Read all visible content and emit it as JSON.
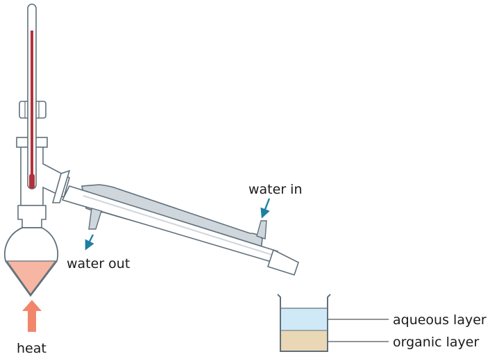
{
  "labels": {
    "water_in": "water in",
    "water_out": "water out",
    "heat": "heat",
    "aqueous_layer": "aqueous layer",
    "organic_layer": "organic layer"
  },
  "colors": {
    "glass_outline": "#5f6f7a",
    "glass_fill": "#ffffff",
    "glass_shade": "#cfd6dc",
    "mercury": "#b3323a",
    "flask_liquid": "#f7b5a3",
    "heat_arrow": "#f2866b",
    "pointer_arrow": "#1d7fa3",
    "aqueous": "#cfe9f6",
    "organic": "#ead7b6",
    "leader_line": "#555555"
  },
  "icons": {
    "heat": "up-arrow-icon",
    "water_in": "down-left-arrow-icon",
    "water_out": "down-left-arrow-icon"
  }
}
